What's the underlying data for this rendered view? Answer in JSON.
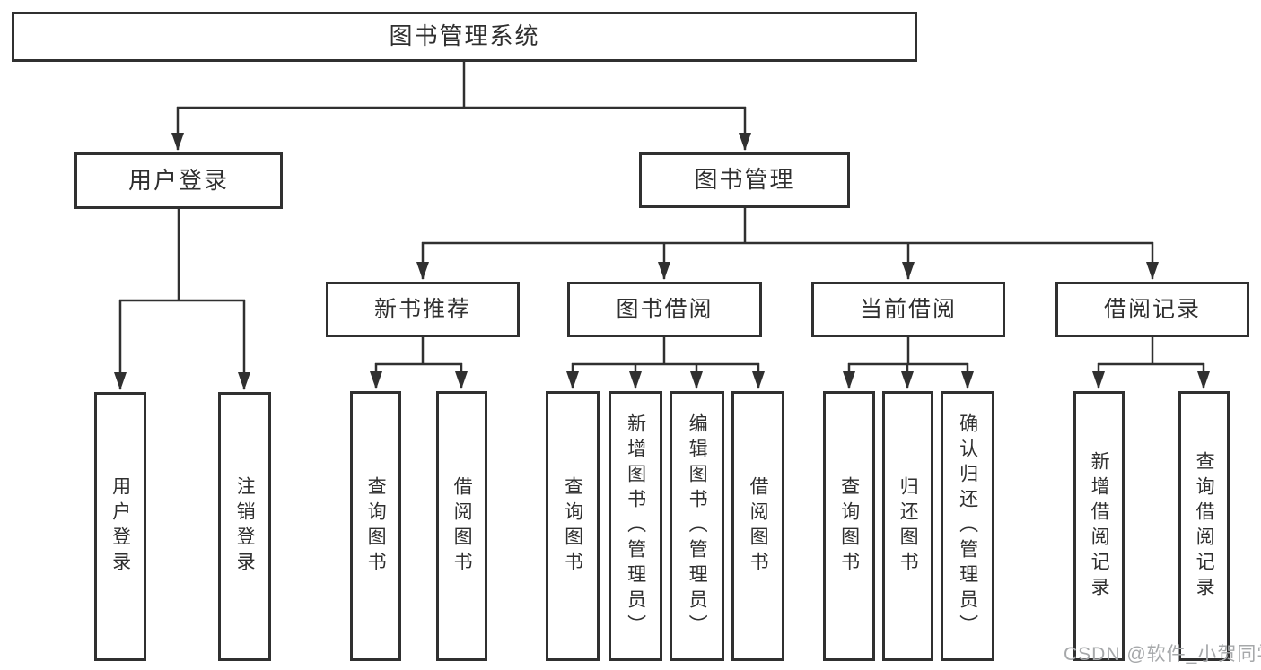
{
  "tree": {
    "label": "图书管理系统",
    "children": [
      {
        "label": "用户登录",
        "children": [
          {
            "label": "用户登录"
          },
          {
            "label": "注销登录"
          }
        ]
      },
      {
        "label": "图书管理",
        "children": [
          {
            "label": "新书推荐",
            "children": [
              {
                "label": "查询图书"
              },
              {
                "label": "借阅图书"
              }
            ]
          },
          {
            "label": "图书借阅",
            "children": [
              {
                "label": "查询图书"
              },
              {
                "label": "新增图书（管理员）"
              },
              {
                "label": "编辑图书（管理员）"
              },
              {
                "label": "借阅图书"
              }
            ]
          },
          {
            "label": "当前借阅",
            "children": [
              {
                "label": "查询图书"
              },
              {
                "label": "归还图书"
              },
              {
                "label": "确认归还（管理员）"
              }
            ]
          },
          {
            "label": "借阅记录",
            "children": [
              {
                "label": "新增借阅记录"
              },
              {
                "label": "查询借阅记录"
              }
            ]
          }
        ]
      }
    ]
  },
  "watermark": {
    "text": "CSDN @软件_小贺同学"
  },
  "colors": {
    "line": "#303030",
    "box_border": "#303030",
    "text": "#2f2f2f",
    "watermark": "#a6a8aa",
    "background": "#ffffff"
  }
}
